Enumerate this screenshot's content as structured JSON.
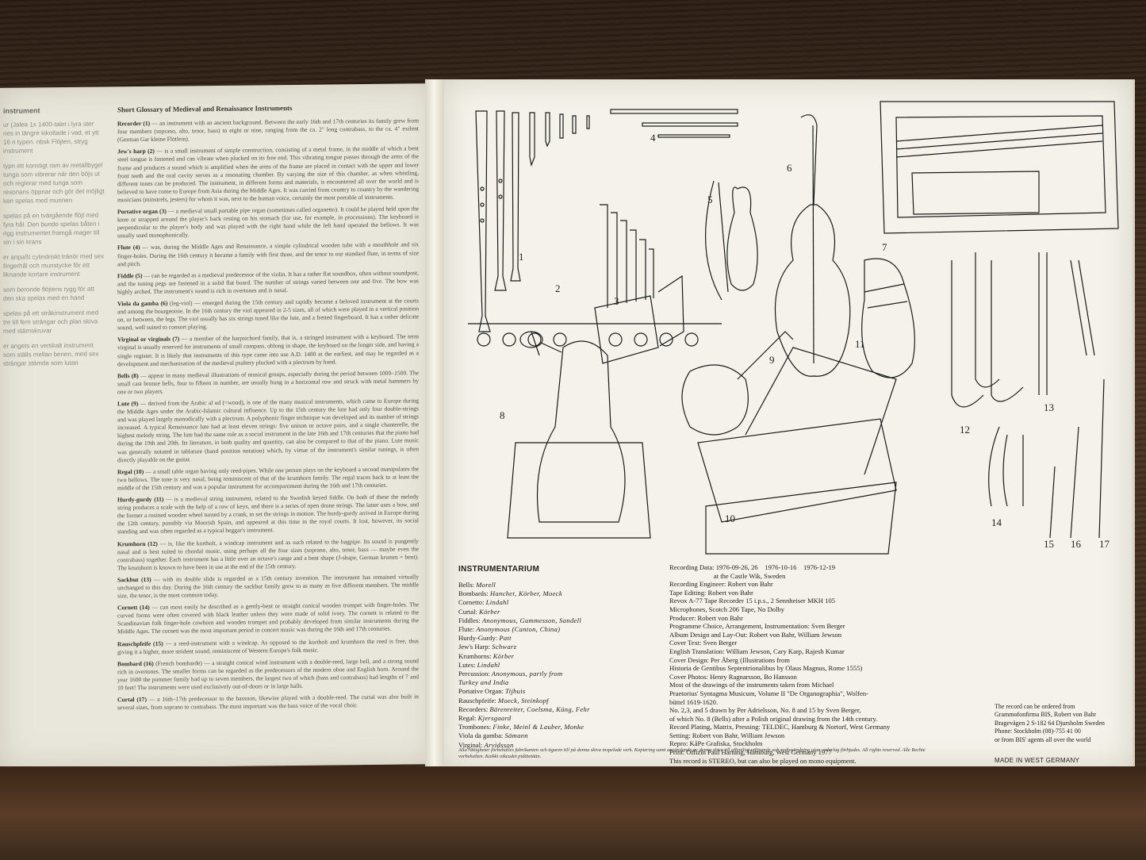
{
  "left_page": {
    "col1_title": "instrument",
    "col1_blocks": [
      "ur (Jalea 1x 1400-talet i lyra ster nes in längre kikoltade i vad, et ytt 16 n typen. nbsk Flöjten, stryg instrument",
      "typn ett konstigt ram av metallbygel tunga som vibrerar när den böjs ut och reglerar med tunga som resonans öppnar och gör det möjligt kan spelas med munnen",
      "spelas på en tvärgående flöjt med fyra hål. Den bundo spelas båten i rigg instrumentet framgå mager till sin i sin krans",
      "er anpaßt cylindriskt tränör med sex fingerhål och munstycke för ett liknande kortare instrument",
      "som beronde flöjtens rygg för att den ska spelas med en hand",
      "spelas på ett stråkinstrument med tre till fem strängar och plan skiva med stämskruvar",
      "er angets en vertikalt instrument som ställs mellan benen, med sex strängar stämda som lutan"
    ],
    "glossary_title": "Short Glossary of Medieval and Renaissance Instruments",
    "glossary": [
      {
        "name": "Recorder (1)",
        "text": "— an instrument with an ancient background. Between the early 16th and 17th centuries its family grew from four members (soprano, alto, tenor, bass) to eight or nine, ranging from the ca. 2\" long contrabass, to the ca. 4\" exilent (German Gar kleine Flötlein)."
      },
      {
        "name": "Jew's harp (2)",
        "text": "— is a small instrument of simple construction, consisting of a metal frame, in the middle of which a bent steel tongue is fastened and can vibrate when plucked on its free end. This vibrating tongue passes through the arms of the frame and produces a sound which is amplified when the arms of the frame are placed in contact with the upper and lower front teeth and the oral cavity serves as a resonating chamber. By varying the size of this chamber, as when whistling, different tones can be produced. The instrument, in different forms and materials, is encountered all over the world and is believed to have come to Europe from Asia during the Middle Ages. It was carried from country to country by the wandering musicians (minstrels, jesters) for whom it was, next to the human voice, certainly the most portable of instruments."
      },
      {
        "name": "Portative organ (3)",
        "text": "— a medieval small portable pipe organ (sometimes called organetto). It could be played held upon the knee or strapped around the player's back resting on his stomach (for use, for example, in processions). The keyboard is perpendicular to the player's body and was played with the right hand while the left hand operated the bellows. It was usually used monophonically."
      },
      {
        "name": "Flute (4)",
        "text": "— was, during the Middle Ages and Renaissance, a simple cylindrical wooden tube with a mouthhole and six finger-holes. During the 16th century it became a family with first three, and the tenor to our standard flute, in terms of size and pitch."
      },
      {
        "name": "Fiddle (5)",
        "text": "— can be regarded as a medieval predecessor of the violin. It has a rather flat soundbox, often without soundpost, and the tuning pegs are fastened in a solid flat board. The number of strings varied between one and five. The bow was highly arched. The instrument's sound is rich in overtones and is nasal."
      },
      {
        "name": "Viola da gamba (6)",
        "text": "(leg-viol) — emerged during the 15th century and rapidly became a beloved instrument at the courts and among the bourgeoisie. In the 16th century the viol appeared in 2-5 sizes, all of which were played in a vertical position on, or between, the legs. The viol usually has six strings tuned like the lute, and a fretted fingerboard. It has a rather delicate sound, well suited to consort playing."
      },
      {
        "name": "Virginal or virginals (7)",
        "text": "— a member of the harpsichord family, that is, a stringed instrument with a keyboard. The term virginal is usually reserved for instruments of small compass, oblong in shape, the keyboard on the longer side, and having a single register. It is likely that instruments of this type came into use A.D. 1480 at the earliest, and may be regarded as a development and mechanisation of the medieval psaltery plucked with a plectrum by hand."
      },
      {
        "name": "Bells (8)",
        "text": "— appear in many medieval illustrations of musical groups, especially during the period between 1000–1500. The small cast bronze bells, four to fifteen in number, are usually hung in a horizontal row and struck with metal hammers by one or two players."
      },
      {
        "name": "Lute (9)",
        "text": "— derived from the Arabic al ud (=wood), is one of the many musical instruments, which came to Europe during the Middle Ages under the Arabic-Islamic cultural influence. Up to the 15th century the lute had only four double-strings and was played largely monodically with a plectrum. A polyphonic finger technique was developed and its number of strings increased. A typical Renaissance lute had at least eleven strings: five unison or octave pairs, and a single chanterelle, the highest melody string. The lute had the same role as a social instrument in the late 16th and 17th centuries that the piano had during the 19th and 20th. Its literature, in both quality and quantity, can also be compared to that of the piano. Lute music was generally notated in tablature (hand position notation) which, by virtue of the instrument's similar tunings, is often directly playable on the guitar."
      },
      {
        "name": "Regal (10)",
        "text": "— a small table organ having only reed-pipes. While one person plays on the keyboard a second manipulates the two bellows. The tone is very nasal, being reminiscent of that of the krumhorn family. The regal traces back to at least the middle of the 15th century and was a popular instrument for accompaniment during the 16th and 17th centuries."
      },
      {
        "name": "Hurdy-gurdy (11)",
        "text": "— is a medieval string instrument, related to the Swedish keyed fiddle. On both of these the melody string produces a scale with the help of a row of keys, and there is a series of open drone strings. The latter uses a bow, and the former a rosined wooden wheel turned by a crank, to set the strings in motion. The hurdy-gurdy arrived in Europe during the 12th century, possibly via Moorish Spain, and appeared at this time in the royal courts. It lost, however, its social standing and was often regarded as a typical beggar's instrument."
      },
      {
        "name": "Krumhorn (12)",
        "text": "— is, like the kortholt, a windcap instrument and as such related to the bagpipe. Its sound is pungently nasal and is best suited to chordal music, using perhaps all the four sizes (soprano, alto, tenor, bass — maybe even the contrabass) together. Each instrument has a little over an octave's range and a bent shape (J-shape, German krumm = bent). The krumhorn is known to have been in use at the end of the 15th century."
      },
      {
        "name": "Sackbut (13)",
        "text": "— with its double slide is regarded as a 15th century invention. The instrument has remained virtually unchanged to this day. During the 16th century the sackbut family grew to as many as five different members. The middle size, the tenor, is the most common today."
      },
      {
        "name": "Cornett (14)",
        "text": "— can most easily be described as a gently-bent or straight conical wooden trumpet with finger-holes. The curved forms were often covered with black leather unless they were made of solid ivory. The cornett is related to the Scandinavian folk finger-hole cowhorn and wooden trumpet and probably developed from similar instruments during the Middle Ages. The cornett was the most important period in concert music was during the 16th and 17th centuries."
      },
      {
        "name": "Rauschpfeife (15)",
        "text": "— a reed-instrument with a windcap. As opposed to the kortholt and krumhorn the reed is free, thus giving it a higher, more strident sound, reminiscent of Western Europe's folk music."
      },
      {
        "name": "Bombard (16)",
        "text": "(French bombarde) — a straight conical wind instrument with a double-reed, large bell, and a strong sound rich in overtones. The smaller forms can be regarded as the predecessors of the modern oboe and English horn. Around the year 1600 the pommer family had up to seven members, the largest two of which (bass and contrabass) had lengths of 7 and 10 feet! The instruments were used exclusively out-of-doors or in large halls."
      },
      {
        "name": "Curtal (17)",
        "text": "— a 16th–17th predecessor to the bassoon, likewise played with a double-reed. The curtal was also built in several sizes, from soprano to contrabass. The most important was the bass voice of the vocal choir."
      }
    ]
  },
  "figure_numbers": [
    "1",
    "2",
    "3",
    "4",
    "5",
    "6",
    "7",
    "8",
    "9",
    "10",
    "11",
    "12",
    "13",
    "14",
    "15",
    "16",
    "17"
  ],
  "instrumentarium": {
    "title": "INSTRUMENTARIUM",
    "rows": [
      {
        "k": "Bells: ",
        "v": "Morell"
      },
      {
        "k": "Bombards: ",
        "v": "Hanchet, Körber, Moeck"
      },
      {
        "k": "Cornetto: ",
        "v": "Lindahl"
      },
      {
        "k": "Curtal: ",
        "v": "Körber"
      },
      {
        "k": "Fiddles: ",
        "v": "Anonymous, Gummesson, Sandell"
      },
      {
        "k": "Flute: ",
        "v": "Anonymous (Canton, China)"
      },
      {
        "k": "Hurdy-Gurdy: ",
        "v": "Patt"
      },
      {
        "k": "Jew's Harp: ",
        "v": "Schwarz"
      },
      {
        "k": "Krumhorns: ",
        "v": "Körber"
      },
      {
        "k": "Lutes: ",
        "v": "Lindahl"
      },
      {
        "k": "Percussion: ",
        "v": "Anonymous, partly from"
      },
      {
        "k": "",
        "v": "Turkey and India"
      },
      {
        "k": "Portative Organ: ",
        "v": "Tijhuis"
      },
      {
        "k": "Rauschpfeife: ",
        "v": "Moeck, Steinkopf"
      },
      {
        "k": "Recorders: ",
        "v": "Bärenreiter, Coelsma, Küng, Fehr"
      },
      {
        "k": "Regal: ",
        "v": "Kjersgaard"
      },
      {
        "k": "Trombones: ",
        "v": "Finke, Meinl & Lauber, Monke"
      },
      {
        "k": "Viola da gamba: ",
        "v": "Sämann"
      },
      {
        "k": "Virginal: ",
        "v": "Arvidsson"
      }
    ]
  },
  "recording": [
    "Recording Data: 1976-09-26, 26    1976-10-16    1976-12-19",
    "                          at the Castle Wik, Sweden",
    "Recording Engineer: Robert von Bahr",
    "Tape Editing: Robert von Bahr",
    "Revox A-77 Tape Recorder 15 i.p.s., 2 Sennheiser MKH 105",
    "Microphones, Scotch 206 Tape, No Dolby",
    "Producer: Robert von Bahr",
    "Programme Choice, Arrangement, Instrumentation: Sven Berger",
    "Album Design and Lay-Out: Robert von Bahr, William Jewson",
    "Cover Text: Sven Berger",
    "English Translation: William Jewson, Cary Karp, Rajesh Kumar",
    "Cover Design: Per Åberg (Illustrations from",
    "Historia de Gentibus Septentrionalibus by Olaus Magnus, Rome 1555)",
    "Cover Photos: Henry Ragnarsson, Bo Hansson",
    "Most of the drawings of the instruments taken from Michael",
    "Praetorius' Syntagma Musicum, Volume II \"De Organographia\", Wolfen-",
    "büttel 1619-1620.",
    "No. 2,3, and 5 drawn by Per Adrielsson, No. 8 and 15 by Sven Berger,",
    "of which No. 8 (Bells) after a Polish original drawing from the 14th century.",
    "Record Plating, Matrix, Pressing: TELDEC, Hamburg & Nortorf, West Germany",
    "Setting: Robert von Bahr, William Jewson",
    "Repro: KåPe Grafiska, Stockholm",
    "Print: Offizin Paul Hartung, Hamburg, West Germany 1977",
    "This record is STEREO, but can also be played on mono equipment."
  ],
  "order": [
    "The record can be ordered from",
    "Grammofonfirma BIS, Robert von Bahr",
    "Bragevägen 2  S-182 64 Djursholm  Sweden",
    "Phone: Stockholm (08)-755 41 00",
    "or from BIS' agents all over the world"
  ],
  "footer_note": "Alla rättigheter förbehålles fabrikanten och ägaren till på denna skiva inspelade verk. Kopiering samt användande av denna skiva till offentligt utförande och radiosändning utan vederlag förbjudes. All rights reserved. Alle Rechte vorbehalten. Kaikki oikeudet pidätetään.",
  "made_in": "MADE IN WEST GERMANY"
}
